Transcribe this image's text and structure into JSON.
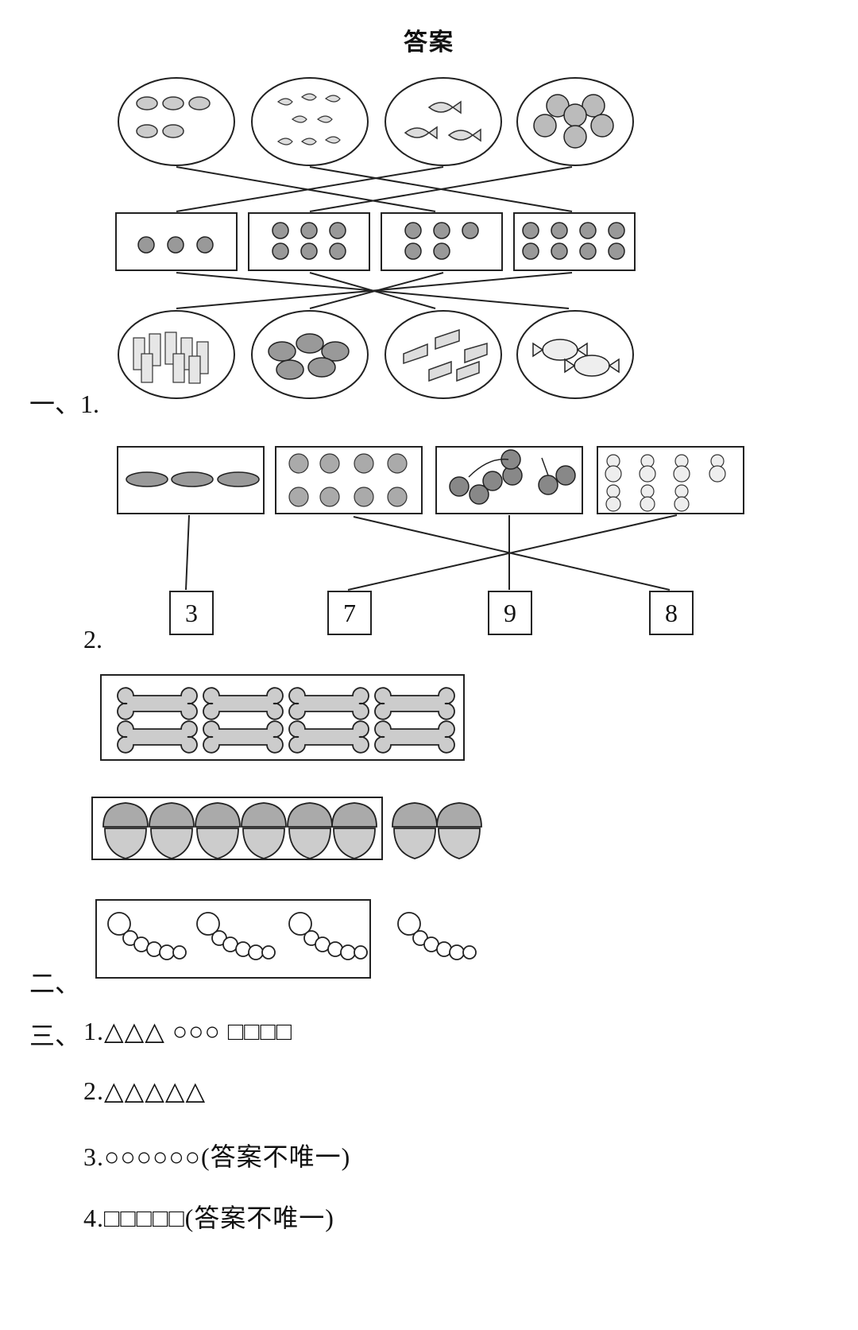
{
  "title": "答案",
  "section1": {
    "label": "一、1.",
    "q2_label": "2.",
    "match_top": {
      "top_items": [
        "mushrooms",
        "shrimp",
        "fish",
        "apples"
      ],
      "dot_counts": [
        3,
        6,
        5,
        8
      ],
      "bottom_items": [
        "bottles",
        "potatoes",
        "cake slices",
        "candies"
      ]
    },
    "match_numbers": {
      "picture_groups": [
        "nests",
        "peaches",
        "grapes",
        "dolls"
      ],
      "numbers": [
        "3",
        "7",
        "9",
        "8"
      ]
    }
  },
  "section2": {
    "label": "二、",
    "rows": [
      {
        "item": "bone",
        "boxed": 8,
        "outside": 0
      },
      {
        "item": "acorn",
        "boxed": 6,
        "outside": 2
      },
      {
        "item": "caterpillar",
        "boxed": 3,
        "outside": 1
      }
    ]
  },
  "section3": {
    "label": "三、",
    "answers": [
      "1.△△△ ○○○ □□□□",
      "2.△△△△△",
      "3.○○○○○○(答案不唯一)",
      "4.□□□□□(答案不唯一)"
    ]
  }
}
